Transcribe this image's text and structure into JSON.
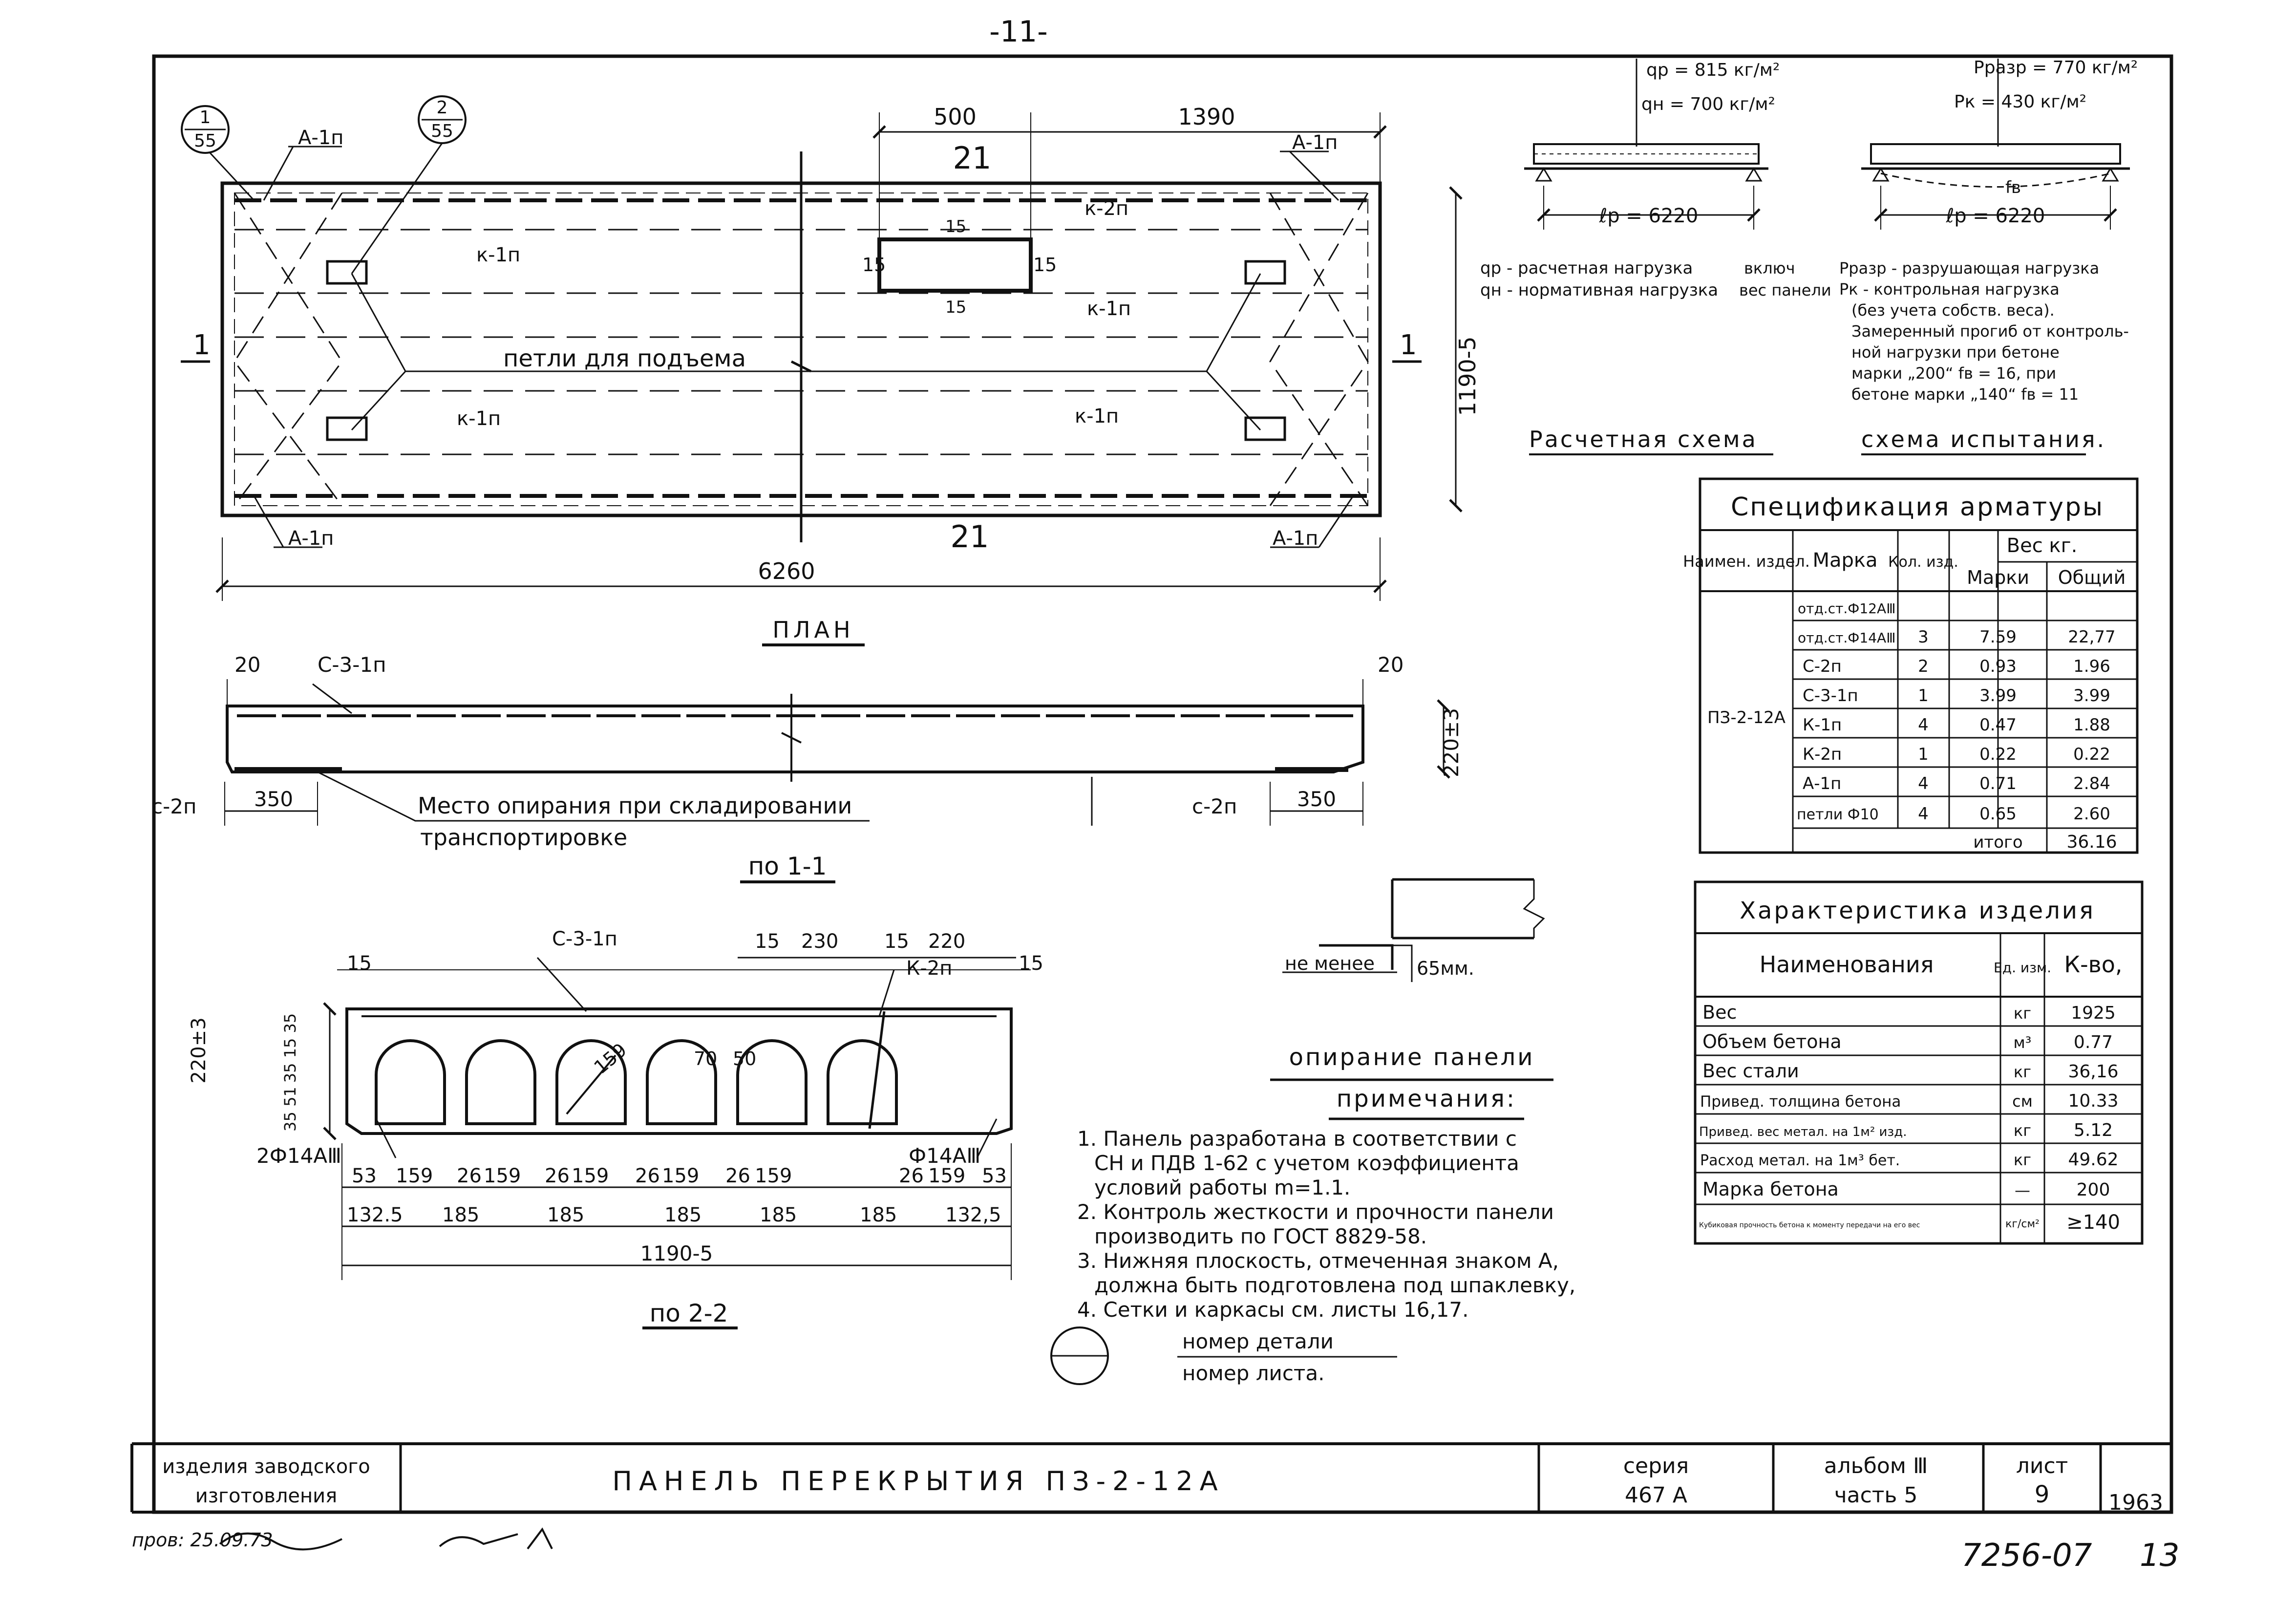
{
  "page_no": "-11-",
  "plan": {
    "dim_500": "500",
    "dim_1390": "1390",
    "dim_6260": "6260",
    "dim_1190": "1190-5",
    "label_21_top": "21",
    "label_21_bottom": "21",
    "dim_15a": "15",
    "dim_15b": "15",
    "dim_15c": "15",
    "dim_15d": "15",
    "label_a1p_tl": "А-1п",
    "label_a1p_tr": "А-1п",
    "label_a1p_bl": "А-1п",
    "label_a1p_br": "А-1п",
    "label_k1p_1": "к-1п",
    "label_k1p_2": "к-1п",
    "label_k1p_3": "к-1п",
    "label_k1p_4": "к-1п",
    "label_k2p": "к-2п",
    "loops_text": "петли для подъема",
    "section_mark": "1",
    "callout1_num": "1",
    "callout1_sheet": "55",
    "callout2_num": "2",
    "callout2_sheet": "55",
    "caption": "ПЛАН"
  },
  "section_1_1": {
    "dim_20_left": "20",
    "dim_20_right": "20",
    "label_s31p": "С-3-1п",
    "dim_220": "220±3",
    "label_s2p_left": "с-2п",
    "label_s2p_right": "с-2п",
    "dim_350_left": "350",
    "dim_350_right": "350",
    "support_text_1": "Место опирания при складировании",
    "support_text_2": "транспортировке",
    "caption": "по 1-1"
  },
  "section_2_2": {
    "label_s31p": "С-3-1п",
    "label_k2p": "К-2п",
    "dim_15a": "15",
    "dim_230": "230",
    "dim_15b": "15",
    "dim_220_top": "220",
    "dim_15c": "15",
    "dim_15d": "15",
    "dim_220_height": "220±3",
    "dim_side": "35 15 35",
    "dim_side_low": "35 51",
    "dim_159_diag": "159",
    "dim_70": "70",
    "dim_50": "50",
    "rebar_left": "2Ф14АⅢ",
    "rebar_right": "Ф14АⅢ",
    "row1": [
      "53",
      "159",
      "26",
      "159",
      "26",
      "159",
      "26",
      "159",
      "26",
      "159",
      "26",
      "159",
      "53"
    ],
    "row2": [
      "132.5",
      "185",
      "185",
      "185",
      "185",
      "185",
      "132,5"
    ],
    "total": "1190-5",
    "caption": "по 2-2"
  },
  "load_schemes": {
    "qp": "qр = 815 кг/м²",
    "qn": "qн = 700 кг/м²",
    "lp_left": "ℓр = 6220",
    "prazr": "Рразр = 770 кг/м²",
    "pk": "Рк = 430 кг/м²",
    "fb": "fв",
    "lp_right": "ℓр = 6220",
    "legend_qp": "qр - расчетная нагрузка",
    "legend_qn": "qн - нормативная нагрузка",
    "legend_incl_1": "включ",
    "legend_incl_2": "вес панели",
    "right_text": [
      "Рразр - разрушающая нагрузка",
      "Рк - контрольная нагрузка",
      "(без учета собств. веса).",
      "Замеренный прогиб от контроль-",
      "ной нагрузки при бетоне",
      "марки „200“ fв = 16, при",
      "бетоне марки „140“ fв = 11"
    ],
    "caption_left": "Расчетная схема",
    "caption_right": "схема испытания."
  },
  "spec_table": {
    "title": "Спецификация арматуры",
    "h_name": "Наимен. издел.",
    "h_mark": "Марка",
    "h_qty": "Кол. изд.",
    "h_weight": "Вес кг.",
    "h_w_mark": "Марки",
    "h_w_total": "Общий",
    "product": "ПЗ-2-12А",
    "rows": [
      [
        "отд.ст.Ф12АⅢ",
        "",
        "",
        ""
      ],
      [
        "отд.ст.Ф14АⅢ",
        "3",
        "7.59",
        "22,77"
      ],
      [
        "С-2п",
        "2",
        "0.93",
        "1.96"
      ],
      [
        "С-3-1п",
        "1",
        "3.99",
        "3.99"
      ],
      [
        "К-1п",
        "4",
        "0.47",
        "1.88"
      ],
      [
        "К-2п",
        "1",
        "0.22",
        "0.22"
      ],
      [
        "А-1п",
        "4",
        "0.71",
        "2.84"
      ],
      [
        "петли Ф10",
        "4",
        "0.65",
        "2.60"
      ]
    ],
    "total_label": "итого",
    "total_value": "36.16"
  },
  "char_table": {
    "title": "Характеристика изделия",
    "h_name": "Наименования",
    "h_unit": "Ед. изм.",
    "h_qty": "К-во,",
    "rows": [
      [
        "Вес",
        "кг",
        "1925"
      ],
      [
        "Объем бетона",
        "м³",
        "0.77"
      ],
      [
        "Вес стали",
        "кг",
        "36,16"
      ],
      [
        "Привед. толщина бетона",
        "см",
        "10.33"
      ],
      [
        "Привед. вес метал. на 1м² изд.",
        "кг",
        "5.12"
      ],
      [
        "Расход метал. на 1м³ бет.",
        "кг",
        "49.62"
      ],
      [
        "Марка бетона",
        "—",
        "200"
      ],
      [
        "Кубиковая прочность бетона к моменту передачи на его вес",
        "кг/см²",
        "≥140"
      ]
    ]
  },
  "bearing": {
    "label": "не менее",
    "value": "65мм.",
    "caption": "опирание панели"
  },
  "notes": {
    "title": "примечания:",
    "items": [
      "1. Панель разработана в соответствии с",
      "СН и ПДВ 1-62 с учетом коэффициента",
      "условий работы m=1.1.",
      "2. Контроль жесткости и прочности панели",
      "производить по ГОСТ 8829-58.",
      "3. Нижняя плоскость, отмеченная знаком A,",
      "должна быть подготовлена под шпаклевку,",
      "4. Сетки и каркасы см. листы 16,17."
    ],
    "legend_top": "номер детали",
    "legend_bottom": "номер листа."
  },
  "title_block": {
    "left_1": "изделия заводского",
    "left_2": "изготовления",
    "title": "ПАНЕЛЬ ПЕРЕКРЫТИЯ ПЗ-2-12А",
    "series_label": "серия",
    "series_value": "467 А",
    "album_label": "альбом Ⅲ",
    "album_part": "часть 5",
    "sheet_label": "лист",
    "sheet_value": "9",
    "year": "1963"
  },
  "footer": {
    "check": "пров: 25.09.73",
    "doc_no": "7256-07",
    "page": "13"
  }
}
